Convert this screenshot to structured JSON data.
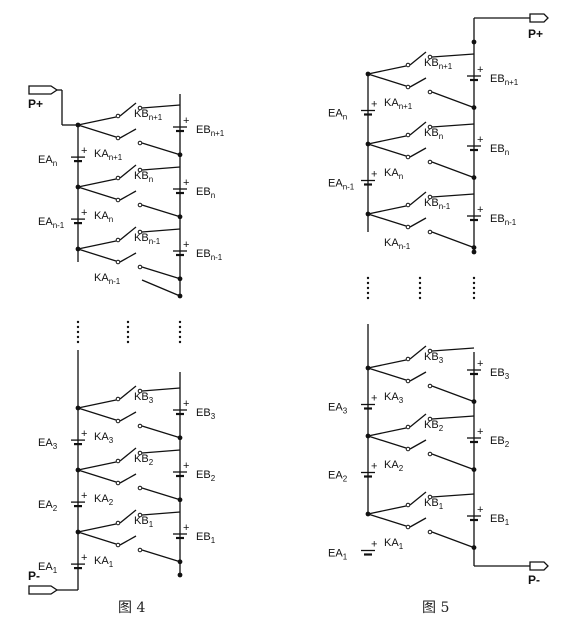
{
  "fig4": {
    "caption": "图 4",
    "p_plus": "P+",
    "p_minus": "P-",
    "stages_top": [
      {
        "ea": "EA",
        "ea_sub": "n",
        "ka": "KA",
        "ka_sub": "n+1",
        "kb": "KB",
        "kb_sub": "n+1",
        "eb": "EB",
        "eb_sub": "n+1"
      },
      {
        "ea": "EA",
        "ea_sub": "n-1",
        "ka": "KA",
        "ka_sub": "n",
        "kb": "KB",
        "kb_sub": "n",
        "eb": "EB",
        "eb_sub": "n"
      },
      {
        "ka": "KA",
        "ka_sub": "n-1",
        "kb": "KB",
        "kb_sub": "n-1",
        "eb": "EB",
        "eb_sub": "n-1"
      }
    ],
    "stages_bottom": [
      {
        "ea": "EA",
        "ea_sub": "3",
        "ka": "KA",
        "ka_sub": "3",
        "kb": "KB",
        "kb_sub": "3",
        "eb": "EB",
        "eb_sub": "3"
      },
      {
        "ea": "EA",
        "ea_sub": "2",
        "ka": "KA",
        "ka_sub": "2",
        "kb": "KB",
        "kb_sub": "2",
        "eb": "EB",
        "eb_sub": "2"
      },
      {
        "ea": "EA",
        "ea_sub": "1",
        "ka": "KA",
        "ka_sub": "1",
        "kb": "KB",
        "kb_sub": "1",
        "eb": "EB",
        "eb_sub": "1"
      }
    ]
  },
  "fig5": {
    "caption": "图 5",
    "p_plus": "P+",
    "p_minus": "P-",
    "stages_top": [
      {
        "ea": "EA",
        "ea_sub": "n",
        "ka": "KA",
        "ka_sub": "n+1",
        "kb": "KB",
        "kb_sub": "n+1",
        "eb": "EB",
        "eb_sub": "n+1"
      },
      {
        "ea": "EA",
        "ea_sub": "n-1",
        "ka": "KA",
        "ka_sub": "n",
        "kb": "KB",
        "kb_sub": "n",
        "eb": "EB",
        "eb_sub": "n"
      },
      {
        "ka": "KA",
        "ka_sub": "n-1",
        "kb": "KB",
        "kb_sub": "n-1",
        "eb": "EB",
        "eb_sub": "n-1"
      }
    ],
    "stages_bottom": [
      {
        "ea": "EA",
        "ea_sub": "3",
        "ka": "KA",
        "ka_sub": "3",
        "kb": "KB",
        "kb_sub": "3",
        "eb": "EB",
        "eb_sub": "3"
      },
      {
        "ea": "EA",
        "ea_sub": "2",
        "ka": "KA",
        "ka_sub": "2",
        "kb": "KB",
        "kb_sub": "2",
        "eb": "EB",
        "eb_sub": "2"
      },
      {
        "ea": "EA",
        "ea_sub": "1",
        "ka": "KA",
        "ka_sub": "1",
        "kb": "KB",
        "kb_sub": "1",
        "eb": "EB",
        "eb_sub": "1"
      }
    ]
  }
}
